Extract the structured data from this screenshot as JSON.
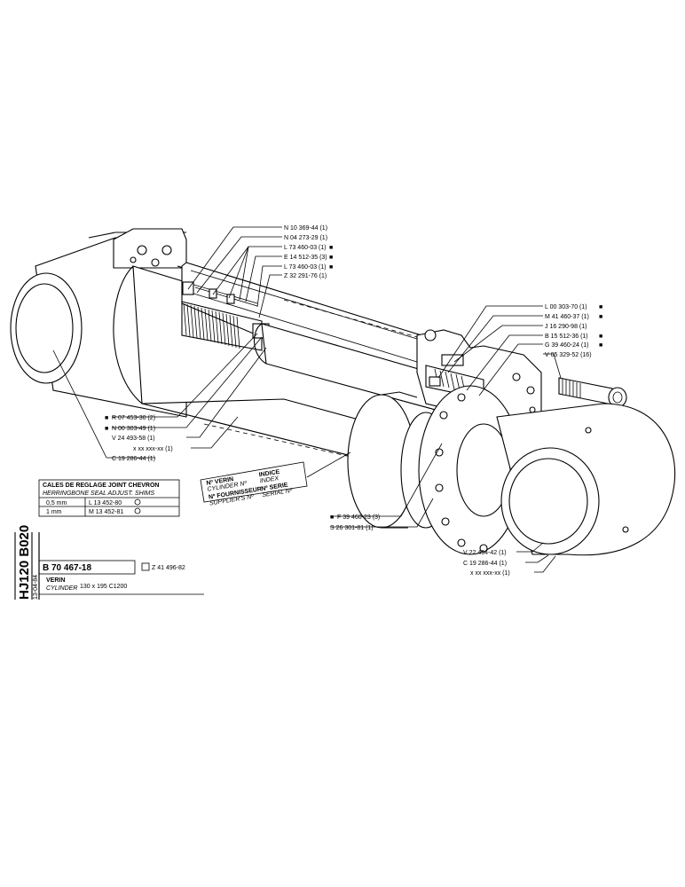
{
  "parts_top": [
    {
      "ref": "N 10 369-44 (1)",
      "marker": ""
    },
    {
      "ref": "N 04 273-29 (1)",
      "marker": ""
    },
    {
      "ref": "L 73 460-03 (1)",
      "marker": "■"
    },
    {
      "ref": "E 14 512-35 (3)",
      "marker": "■"
    },
    {
      "ref": "L 73 460-03 (1)",
      "marker": "■"
    },
    {
      "ref": "Z 32 291-76 (1)",
      "marker": ""
    }
  ],
  "parts_right": [
    {
      "ref": "L 00 303-70 (1)",
      "marker": "■"
    },
    {
      "ref": "M 41 460-37 (1)",
      "marker": "■"
    },
    {
      "ref": "J 16 290-98 (1)",
      "marker": ""
    },
    {
      "ref": "B 15 512-36 (1)",
      "marker": "■"
    },
    {
      "ref": "G 39 460-24 (1)",
      "marker": "■"
    },
    {
      "ref": "V 05 329-52 (16)",
      "marker": ""
    }
  ],
  "parts_left": [
    {
      "ref": "R 07 453-30 (2)",
      "marker": "■"
    },
    {
      "ref": "N 00 303-49 (1)",
      "marker": "■"
    },
    {
      "ref": "V 24 493-58 (1)",
      "marker": ""
    },
    {
      "ref": "x xx xxx-xx (1)",
      "marker": ""
    },
    {
      "ref": "C 19 286-44 (1)",
      "marker": ""
    }
  ],
  "parts_lower_center": [
    {
      "ref": "F 39 460-23 (3)",
      "marker": "■"
    },
    {
      "ref": "S 26 301-81 (1)",
      "marker": ""
    }
  ],
  "parts_lower_right": [
    {
      "ref": "V 22 494-42 (1)",
      "marker": ""
    },
    {
      "ref": "C 19 286-44 (1)",
      "marker": ""
    },
    {
      "ref": "x xx xxx-xx (1)",
      "marker": ""
    }
  ],
  "shims_table": {
    "title_fr": "CALES DE REGLAGE JOINT CHEVRON",
    "title_en": "HERRINGBONE SEAL ADJUST. SHIMS",
    "rows": [
      {
        "size": "0,5 mm",
        "ref": "L 13 452-80"
      },
      {
        "size": "1  mm",
        "ref": "M 13 452-81"
      }
    ]
  },
  "id_plate": {
    "verin_fr": "Nº VERIN",
    "verin_en": "CYLINDER Nº",
    "indice_fr": "INDICE",
    "indice_en": "INDEX",
    "fournisseur_fr": "Nº FOURNISSEUR",
    "fournisseur_en": "SUPPLIER'S Nº",
    "serie_fr": "Nº SERIE",
    "serie_en": "SERIAL Nº"
  },
  "title_block": {
    "model": "HJ120 B020",
    "date": "13-04-84",
    "part_number": "B 70 467-18",
    "alt_part": "Z 41 496-82",
    "name_fr": "VERIN",
    "name_en": "CYLINDER",
    "spec": "130 x 195   C1200"
  }
}
